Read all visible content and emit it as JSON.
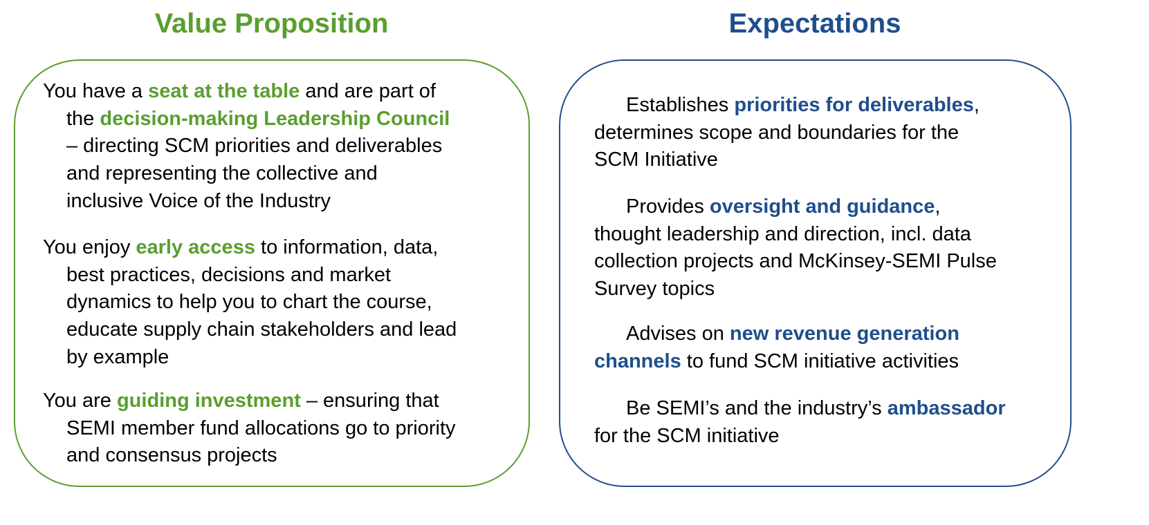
{
  "left": {
    "title": "Value Proposition",
    "paragraphs": [
      [
        [
          [
            "You have a ",
            0
          ],
          [
            "seat at the table",
            1
          ],
          [
            " and are part of",
            0
          ]
        ],
        [
          [
            "the ",
            0
          ],
          [
            "decision-making Leadership Council",
            1
          ]
        ],
        [
          [
            "– directing SCM priorities and deliverables",
            0
          ]
        ],
        [
          [
            "and representing the collective and",
            0
          ]
        ],
        [
          [
            "inclusive Voice of the Industry",
            0
          ]
        ]
      ],
      [
        [
          [
            "You enjoy ",
            0
          ],
          [
            "early access",
            1
          ],
          [
            " to information, data,",
            0
          ]
        ],
        [
          [
            "best practices, decisions and market",
            0
          ]
        ],
        [
          [
            "dynamics to help you to chart the course,",
            0
          ]
        ],
        [
          [
            "educate supply chain stakeholders and lead",
            0
          ]
        ],
        [
          [
            "by example",
            0
          ]
        ]
      ],
      [
        [
          [
            "You are ",
            0
          ],
          [
            "guiding investment",
            1
          ],
          [
            " – ensuring that",
            0
          ]
        ],
        [
          [
            "SEMI member fund allocations go to priority",
            0
          ]
        ],
        [
          [
            "and consensus projects",
            0
          ]
        ]
      ]
    ]
  },
  "right": {
    "title": "Expectations",
    "paragraphs": [
      [
        [
          [
            "Establishes ",
            0
          ],
          [
            "priorities for deliverables",
            1
          ],
          [
            ",",
            0
          ]
        ],
        [
          [
            "determines scope and boundaries for the",
            0
          ]
        ],
        [
          [
            "SCM Initiative",
            0
          ]
        ]
      ],
      [
        [
          [
            "Provides ",
            0
          ],
          [
            "oversight and guidance",
            1
          ],
          [
            ",",
            0
          ]
        ],
        [
          [
            "thought leadership and direction, incl. data",
            0
          ]
        ],
        [
          [
            "collection projects and McKinsey-SEMI Pulse",
            0
          ]
        ],
        [
          [
            "Survey topics",
            0
          ]
        ]
      ],
      [
        [
          [
            "Advises on ",
            0
          ],
          [
            "new revenue generation",
            1
          ]
        ],
        [
          [
            "channels",
            1
          ],
          [
            " to fund SCM initiative activities",
            0
          ]
        ]
      ],
      [
        [
          [
            "Be SEMI’s and the industry’s ",
            0
          ],
          [
            "ambassador",
            1
          ]
        ],
        [
          [
            "for the SCM initiative",
            0
          ]
        ]
      ]
    ]
  }
}
